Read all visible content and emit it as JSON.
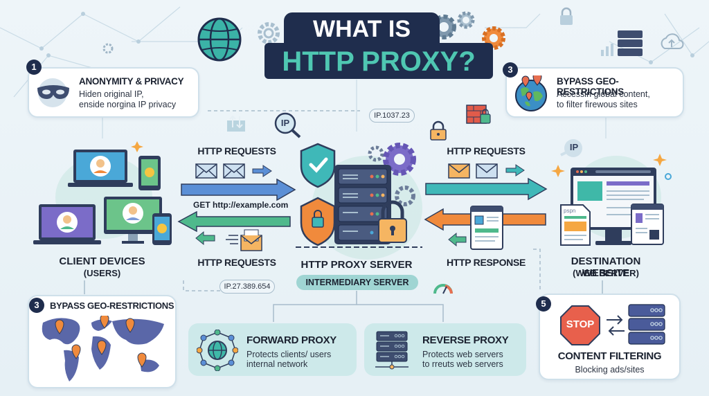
{
  "title": {
    "line1": "WHAT IS",
    "line2": "HTTP PROXY?"
  },
  "callouts": {
    "anonymity": {
      "number": "1",
      "title": "ANONYMITY & PRIVACY",
      "desc_line1": "Hiden original IP,",
      "desc_line2": "enside norgina IP privacy",
      "icon": "mask-icon"
    },
    "geo_top": {
      "number": "3",
      "title": "BYPASS GEO-RESTRICTIONS",
      "desc_line1": "Accessin global content,",
      "desc_line2": "to filter firewous sites",
      "icon": "globe-pins-icon"
    },
    "geo_bottom": {
      "number": "3",
      "title": "BYPASS GEO-RESTRICTIONS",
      "icon": "world-map-icon"
    },
    "content_filter": {
      "number": "5",
      "title": "CONTENT FILTERING",
      "desc": "Blocking ads/sites",
      "stop_label": "STOP",
      "icon": "stop-sign-icon"
    }
  },
  "client": {
    "label": "CLIENT DEVICES",
    "sublabel": "(USERS)"
  },
  "proxy": {
    "label": "HTTP PROXY SERVER",
    "pill": "INTERMEDIARY SERVER",
    "ip_top": "IP.1037.23",
    "ip_bottom": "IP.27.389.654"
  },
  "destination": {
    "label": "DESTINATION WEBSITE",
    "sublabel": "(WEB SERVER)",
    "ip_bubble": "IP",
    "doc_label": "pspn"
  },
  "flows": {
    "left_top_label": "HTTP REQUESTS",
    "left_get": "GET http://example.com",
    "left_bottom_label": "HTTP REQUESTS",
    "right_top_label": "HTTP REQUESTS",
    "right_bottom_label": "HTTP RESPONSE",
    "ip_magnifier": "IP"
  },
  "proxy_types": {
    "forward": {
      "title": "FORWARD PROXY",
      "desc_line1": "Protects clients/ users",
      "desc_line2": "internal network"
    },
    "reverse": {
      "title": "REVERSE PROXY",
      "desc_line1": "Protects web servers",
      "desc_line2": "to rreuts web servers"
    }
  },
  "colors": {
    "navy": "#1f2d4d",
    "teal": "#4fc7b2",
    "request_arrow": "#5b8fd6",
    "response_arrow_green": "#4fb98c",
    "request_arrow_teal": "#3fb8b8",
    "response_arrow_orange": "#f08a3c",
    "card_border": "#cfe0ea"
  }
}
